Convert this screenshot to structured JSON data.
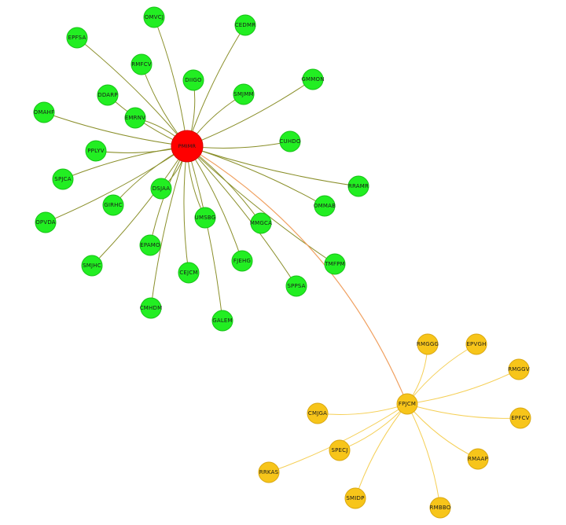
{
  "hubs": {
    "red": "PMIMR",
    "orange": "FPJCM"
  },
  "green_nodes": [
    "OMVCJ",
    "CEDMR",
    "EPFSA",
    "RMFCV",
    "DIIGO",
    "SMJMM",
    "GMMON",
    "DDARP",
    "EMRNV",
    "OMAHF",
    "CUHDO",
    "PPLYV",
    "SPJCA",
    "DSJAA",
    "RRAMR",
    "OMMAB",
    "GIRHC",
    "OPVDA",
    "UMSBG",
    "MMGCA",
    "EPAMO",
    "FJEHG",
    "TMFPM",
    "SMJHC",
    "CEJCM",
    "SPPSA",
    "CMHDM",
    "GALEM"
  ],
  "orange_nodes": [
    "RMGGG",
    "EPVGH",
    "RMGGV",
    "CMJGA",
    "EPFCV",
    "SPECJ",
    "RMAAP",
    "RRKAS",
    "SMIDP",
    "RMBBO"
  ],
  "colors": {
    "green": "#22ee22",
    "orange": "#f7c51a",
    "red": "#ff0000",
    "green_edge": "#8a8f2a",
    "orange_edge": "#f5cf55",
    "bridge_edge": "#f0a060"
  }
}
